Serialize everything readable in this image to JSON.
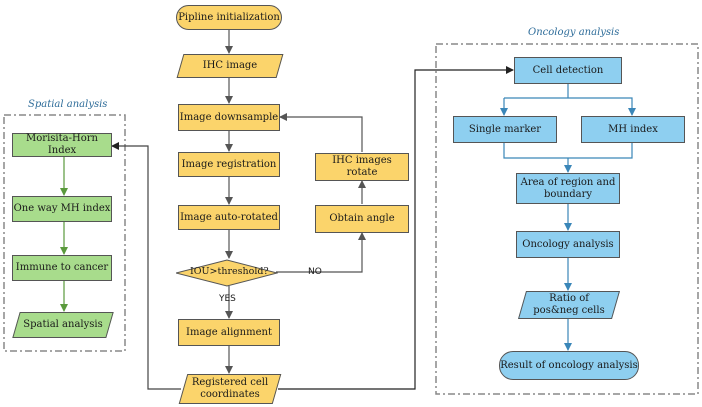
{
  "panels": {
    "spatial_title": "Spatial analysis",
    "oncology_title": "Oncology analysis"
  },
  "pipeline": {
    "start": "Pipline initialization",
    "ihc_image": "IHC image",
    "downsample": "Image downsample",
    "registration": "Image registration",
    "auto_rotated": "Image auto-rotated",
    "decision": "IOU>threshold?",
    "alignment": "Image alignment",
    "registered_coords": "Registered cell coordinates",
    "obtain_angle": "Obtain angle",
    "ihc_rotate": "IHC images rotate"
  },
  "edges": {
    "yes": "YES",
    "no": "NO"
  },
  "spatial": {
    "mh_index": "Morisita-Horn Index",
    "one_way": "One way MH index",
    "immune": "Immune to cancer",
    "spatial_analysis": "Spatial analysis"
  },
  "oncology": {
    "cell_detection": "Cell detection",
    "single_marker": "Single marker",
    "mh_index": "MH index",
    "area_region": "Area of region and boundary",
    "oncology_analysis": "Oncology analysis",
    "ratio_cells": "Ratio of pos&neg cells",
    "result": "Result of oncology analysis"
  },
  "colors": {
    "pipeline_fill": "#fbd46b",
    "spatial_fill": "#a8dc8c",
    "oncology_fill": "#8ecff0",
    "spatial_arrow": "#5a9a3c",
    "oncology_arrow": "#3a86b8"
  }
}
